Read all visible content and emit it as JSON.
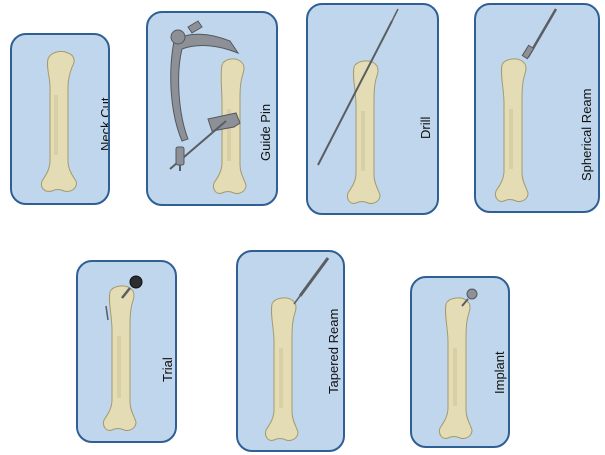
{
  "panels": [
    {
      "id": "neck-cut",
      "label": "Neck Cut"
    },
    {
      "id": "guide-pin",
      "label": "Guide Pin"
    },
    {
      "id": "drill",
      "label": "Drill"
    },
    {
      "id": "spherical-ream",
      "label": "Spherical Ream"
    },
    {
      "id": "trial",
      "label": "Trial"
    },
    {
      "id": "tapered-ream",
      "label": "Tapered Ream"
    },
    {
      "id": "implant",
      "label": "Implant"
    }
  ],
  "colors": {
    "panel_fill": "#bfd6ec",
    "panel_border": "#2f5f93",
    "bone": "#e4dcb4",
    "instrument": "#8d9096"
  }
}
